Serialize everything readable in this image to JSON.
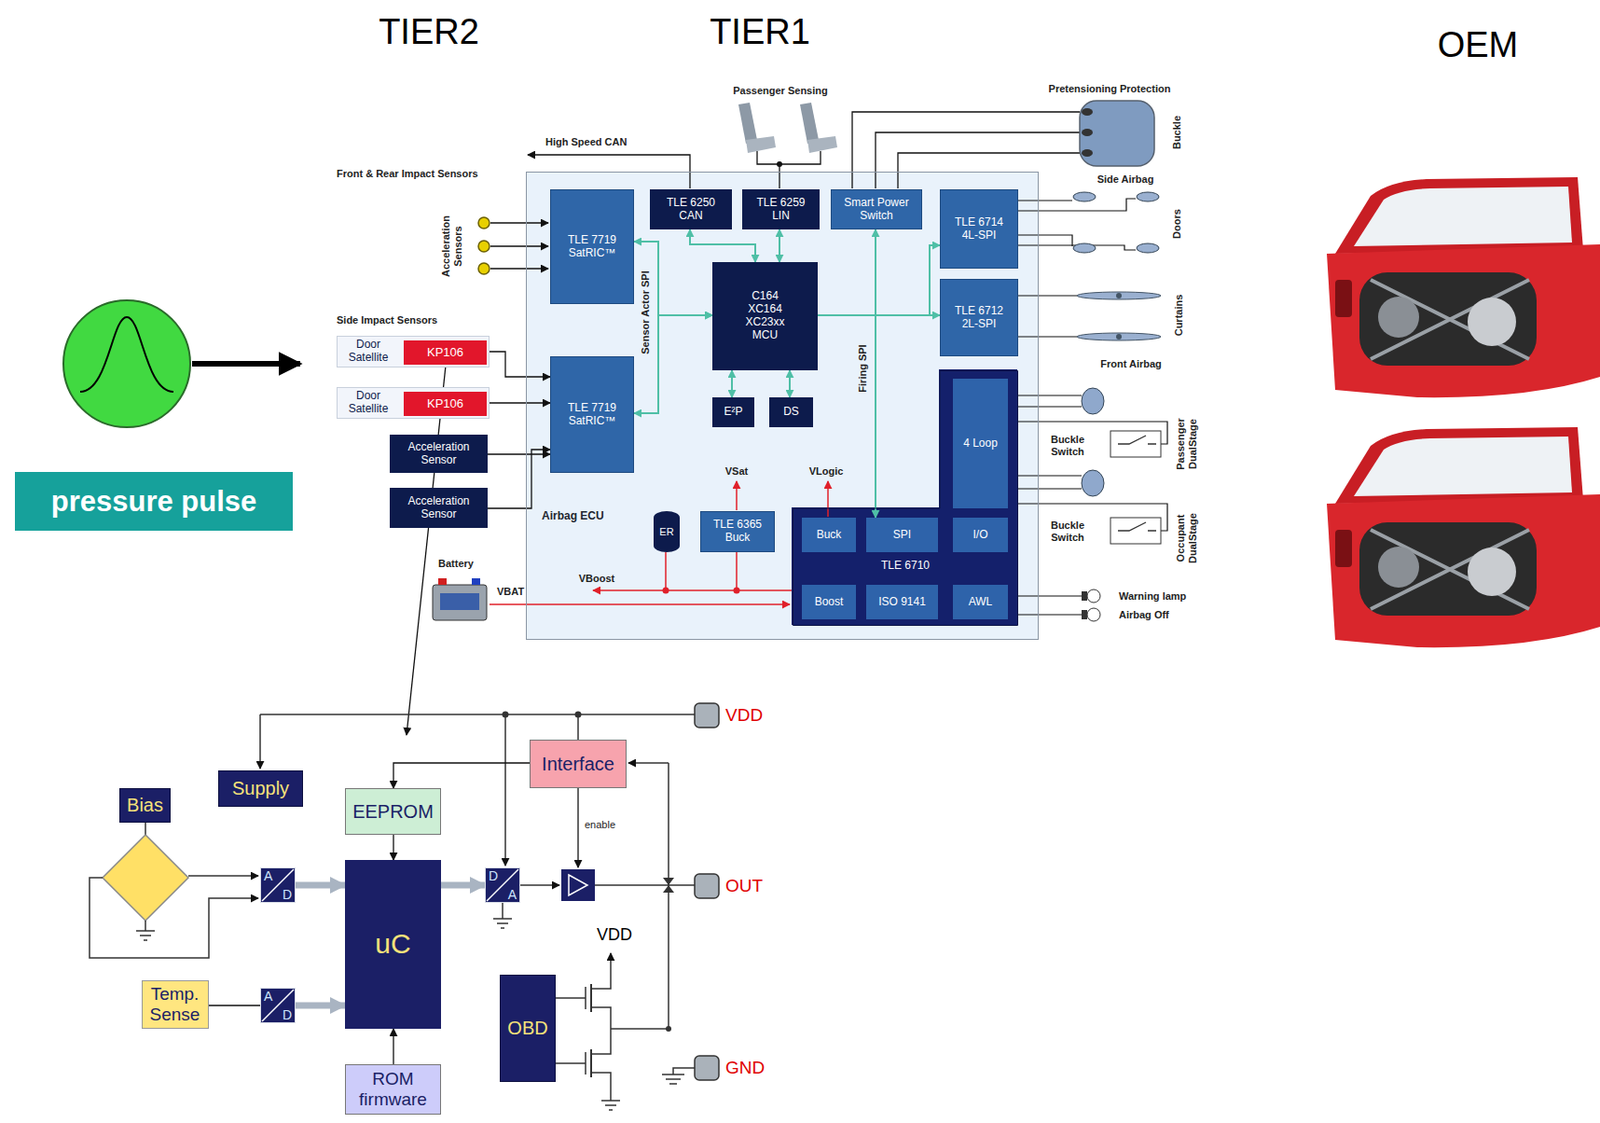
{
  "diagram": {
    "nodes": [
      {
        "text": [
          "pressure pulse"
        ]
      },
      {
        "text": [
          "Airbag ECU"
        ]
      },
      {
        "text": [
          "TLE 7719 SatRIC™"
        ],
        "in": 1
      },
      {
        "text": [
          "TLE 6250 CAN"
        ],
        "in": 1
      },
      {
        "text": [
          "TLE 6259 LIN"
        ],
        "in": 1
      },
      {
        "text": [
          "Smart Power Switch"
        ],
        "in": 1
      },
      {
        "text": [
          "TLE 6714 4L-SPI"
        ],
        "in": 1
      },
      {
        "text": [
          "C164 XC164 XC23xx MCU"
        ],
        "in": 1
      },
      {
        "text": [
          "TLE 6712 2L-SPI"
        ],
        "in": 1
      },
      {
        "text": [
          "TLE 7719 SatRIC™"
        ],
        "in": 1
      },
      {
        "text": [
          "E²P"
        ],
        "in": 1
      },
      {
        "text": [
          "DS"
        ],
        "in": 1
      },
      {
        "text": [
          "ER"
        ],
        "in": 1
      },
      {
        "text": [
          "TLE 6365 Buck"
        ],
        "in": 1
      },
      {
        "text": [
          "TLE 6710"
        ],
        "in": 1
      },
      {
        "text": [
          "4 Loop"
        ],
        "in": 14
      },
      {
        "text": [
          "Buck"
        ],
        "in": 14
      },
      {
        "text": [
          "SPI"
        ],
        "in": 14
      },
      {
        "text": [
          "I/O"
        ],
        "in": 14
      },
      {
        "text": [
          "Boost"
        ],
        "in": 14
      },
      {
        "text": [
          "ISO 9141"
        ],
        "in": 14
      },
      {
        "text": [
          "AWL"
        ],
        "in": 14
      },
      {
        "text": [
          "Door Satellite"
        ]
      },
      {
        "text": [
          "KP106"
        ],
        "in": 22
      },
      {
        "text": [
          "Door Satellite"
        ]
      },
      {
        "text": [
          "KP106"
        ],
        "in": 24
      },
      {
        "text": [
          "Acceleration Sensor"
        ]
      },
      {
        "text": [
          "Acceleration Sensor"
        ]
      },
      {
        "text": [
          "Supply"
        ]
      },
      {
        "text": [
          "Interface"
        ]
      },
      {
        "text": [
          "Bias"
        ]
      },
      {
        "text": [
          "EEPROM"
        ]
      },
      {
        "text": [
          "A",
          "D"
        ]
      },
      {
        "text": [
          "uC"
        ]
      },
      {
        "text": [
          "D",
          "A"
        ]
      },
      {
        "text": [
          "Temp. Sense"
        ]
      },
      {
        "text": [
          "A",
          "D"
        ]
      },
      {
        "text": [
          "OBD"
        ]
      },
      {
        "text": [
          "ROM firmware"
        ]
      }
    ],
    "edges": [
      {
        "from": 23,
        "to": 9,
        "arrow": "to"
      },
      {
        "from": 25,
        "to": 9,
        "arrow": "to"
      },
      {
        "from": 26,
        "to": 9,
        "arrow": "to"
      },
      {
        "from": 27,
        "to": 9,
        "arrow": "to"
      },
      {
        "from": 7,
        "to": 2,
        "arrow": "both"
      },
      {
        "from": 7,
        "to": 9,
        "arrow": "both"
      },
      {
        "from": 7,
        "to": 3,
        "arrow": "both"
      },
      {
        "from": 7,
        "to": 4,
        "arrow": "both"
      },
      {
        "from": 7,
        "to": 5,
        "arrow": "to"
      },
      {
        "from": 7,
        "to": 6,
        "arrow": "to"
      },
      {
        "from": 7,
        "to": 8,
        "arrow": "to"
      },
      {
        "from": 7,
        "to": 17,
        "arrow": "to"
      },
      {
        "from": 7,
        "to": 10,
        "arrow": "both"
      },
      {
        "from": 7,
        "to": 11,
        "arrow": "both"
      },
      {
        "from": 29,
        "to": 31,
        "arrow": "to"
      },
      {
        "from": 31,
        "to": 33,
        "arrow": "to"
      },
      {
        "from": 38,
        "to": 33,
        "arrow": "to"
      },
      {
        "from": 32,
        "to": 33,
        "arrow": "to"
      },
      {
        "from": 35,
        "to": 36,
        "arrow": "none"
      },
      {
        "from": 36,
        "to": 33,
        "arrow": "to"
      },
      {
        "from": 33,
        "to": 34,
        "arrow": "to"
      }
    ],
    "labels": [
      "TIER2",
      "TIER1",
      "OEM",
      "High Speed CAN",
      "Front & Rear Impact Sensors",
      "Acceleration Sensors",
      "Passenger Sensing",
      "Pretensioning Protection",
      "Buckle",
      "Sensor Actor SPI",
      "Firing SPI",
      "Side Airbag",
      "Doors",
      "Curtains",
      "Front Airbag",
      "Buckle Switch",
      "Passenger DualStage",
      "Buckle Switch",
      "Occupant DualStage",
      "Warning lamp",
      "Airbag Off",
      "Side Impact Sensors",
      "Battery",
      "VBAT",
      "VBoost",
      "VSat",
      "VLogic",
      "VDD",
      "enable",
      "OUT",
      "VDD",
      "GND"
    ]
  }
}
